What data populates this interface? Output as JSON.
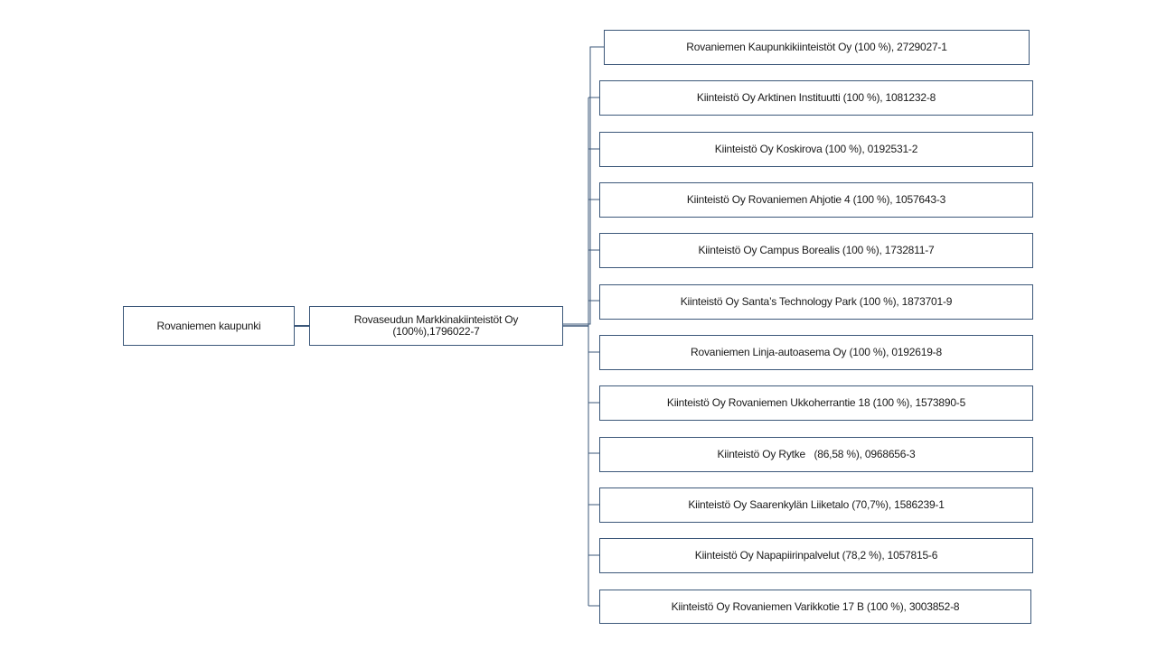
{
  "org_chart": {
    "root": {
      "label": "Rovaniemen kaupunki"
    },
    "parent": {
      "label": "Rovaseudun Markkinakiinteistöt Oy (100%),1796022-7"
    },
    "children": [
      {
        "label": "Rovaniemen Kaupunkikiinteistöt Oy (100 %), 2729027-1"
      },
      {
        "label": "Kiinteistö Oy Arktinen Instituutti (100 %), 1081232-8"
      },
      {
        "label": "Kiinteistö Oy Koskirova (100 %), 0192531-2"
      },
      {
        "label": "Kiinteistö Oy Rovaniemen Ahjotie 4 (100 %), 1057643-3"
      },
      {
        "label": "Kiinteistö Oy Campus Borealis (100 %), 1732811-7"
      },
      {
        "label": "Kiinteistö Oy Santa’s Technology Park (100 %), 1873701-9"
      },
      {
        "label": "Rovaniemen Linja-autoasema Oy (100 %), 0192619-8"
      },
      {
        "label": "Kiinteistö Oy Rovaniemen Ukkoherrantie 18 (100 %), 1573890-5"
      },
      {
        "label": "Kiinteistö Oy Rytke   (86,58 %), 0968656-3"
      },
      {
        "label": "Kiinteistö Oy Saarenkylän Liiketalo (70,7%), 1586239-1"
      },
      {
        "label": "Kiinteistö Oy Napapiirinpalvelut (78,2 %), 1057815-6"
      },
      {
        "label": "Kiinteistö Oy Rovaniemen Varikkotie 17 B (100 %), 3003852-8"
      }
    ]
  },
  "colors": {
    "border": "#3b5779",
    "connector": "#3b5779",
    "text": "#1a1a1a",
    "background": "#ffffff"
  }
}
